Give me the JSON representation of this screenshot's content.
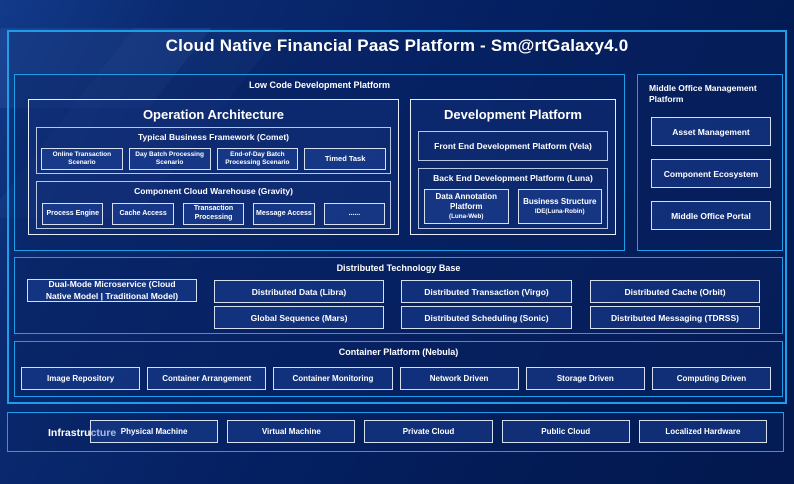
{
  "title": "Cloud Native Financial PaaS Platform - Sm@rtGalaxy4.0",
  "colors": {
    "background": "#052163",
    "accent_border": "#1e9de8",
    "box_border": "#d6dfee",
    "text": "#ffffff"
  },
  "low_code": {
    "label": "Low Code Development Platform",
    "operation_architecture": {
      "title": "Operation Architecture",
      "typical_business": {
        "label": "Typical Business Framework (Comet)",
        "items": [
          "Online Transaction Scenario",
          "Day Batch Processing Scenario",
          "End-of-Day Batch Processing Scenario",
          "Timed Task"
        ]
      },
      "component_cloud": {
        "label": "Component Cloud Warehouse (Gravity)",
        "items": [
          "Process Engine",
          "Cache Access",
          "Transaction Processing",
          "Message Access",
          "......"
        ]
      }
    },
    "development_platform": {
      "title": "Development Platform",
      "front_end_label": "Front End Development Platform (Vela)",
      "back_end": {
        "label": "Back End Development Platform (Luna)",
        "items": [
          {
            "name": "Data Annotation Platform",
            "code": "(Luna-Web)"
          },
          {
            "name": "Business Structure",
            "code": "IDE(Luna-Robin)"
          }
        ]
      }
    }
  },
  "middle_office": {
    "label": "Middle Office Management Platform",
    "items": [
      "Asset Management",
      "Component Ecosystem",
      "Middle Office Portal"
    ]
  },
  "distributed_base": {
    "label": "Distributed Technology Base",
    "dual_mode_label": "Dual-Mode Microservice (Cloud Native Model | Traditional Model)",
    "items": [
      "Distributed Data (Libra)",
      "Global Sequence (Mars)",
      "Distributed Transaction (Virgo)",
      "Distributed Scheduling (Sonic)",
      "Distributed Cache (Orbit)",
      "Distributed Messaging (TDRSS)"
    ]
  },
  "container_platform": {
    "label": "Container Platform (Nebula)",
    "items": [
      "Image Repository",
      "Container Arrangement",
      "Container Monitoring",
      "Network Driven",
      "Storage Driven",
      "Computing Driven"
    ]
  },
  "infrastructure": {
    "label": "Infrastructure",
    "items": [
      "Physical Machine",
      "Virtual Machine",
      "Private Cloud",
      "Public Cloud",
      "Localized Hardware"
    ]
  }
}
